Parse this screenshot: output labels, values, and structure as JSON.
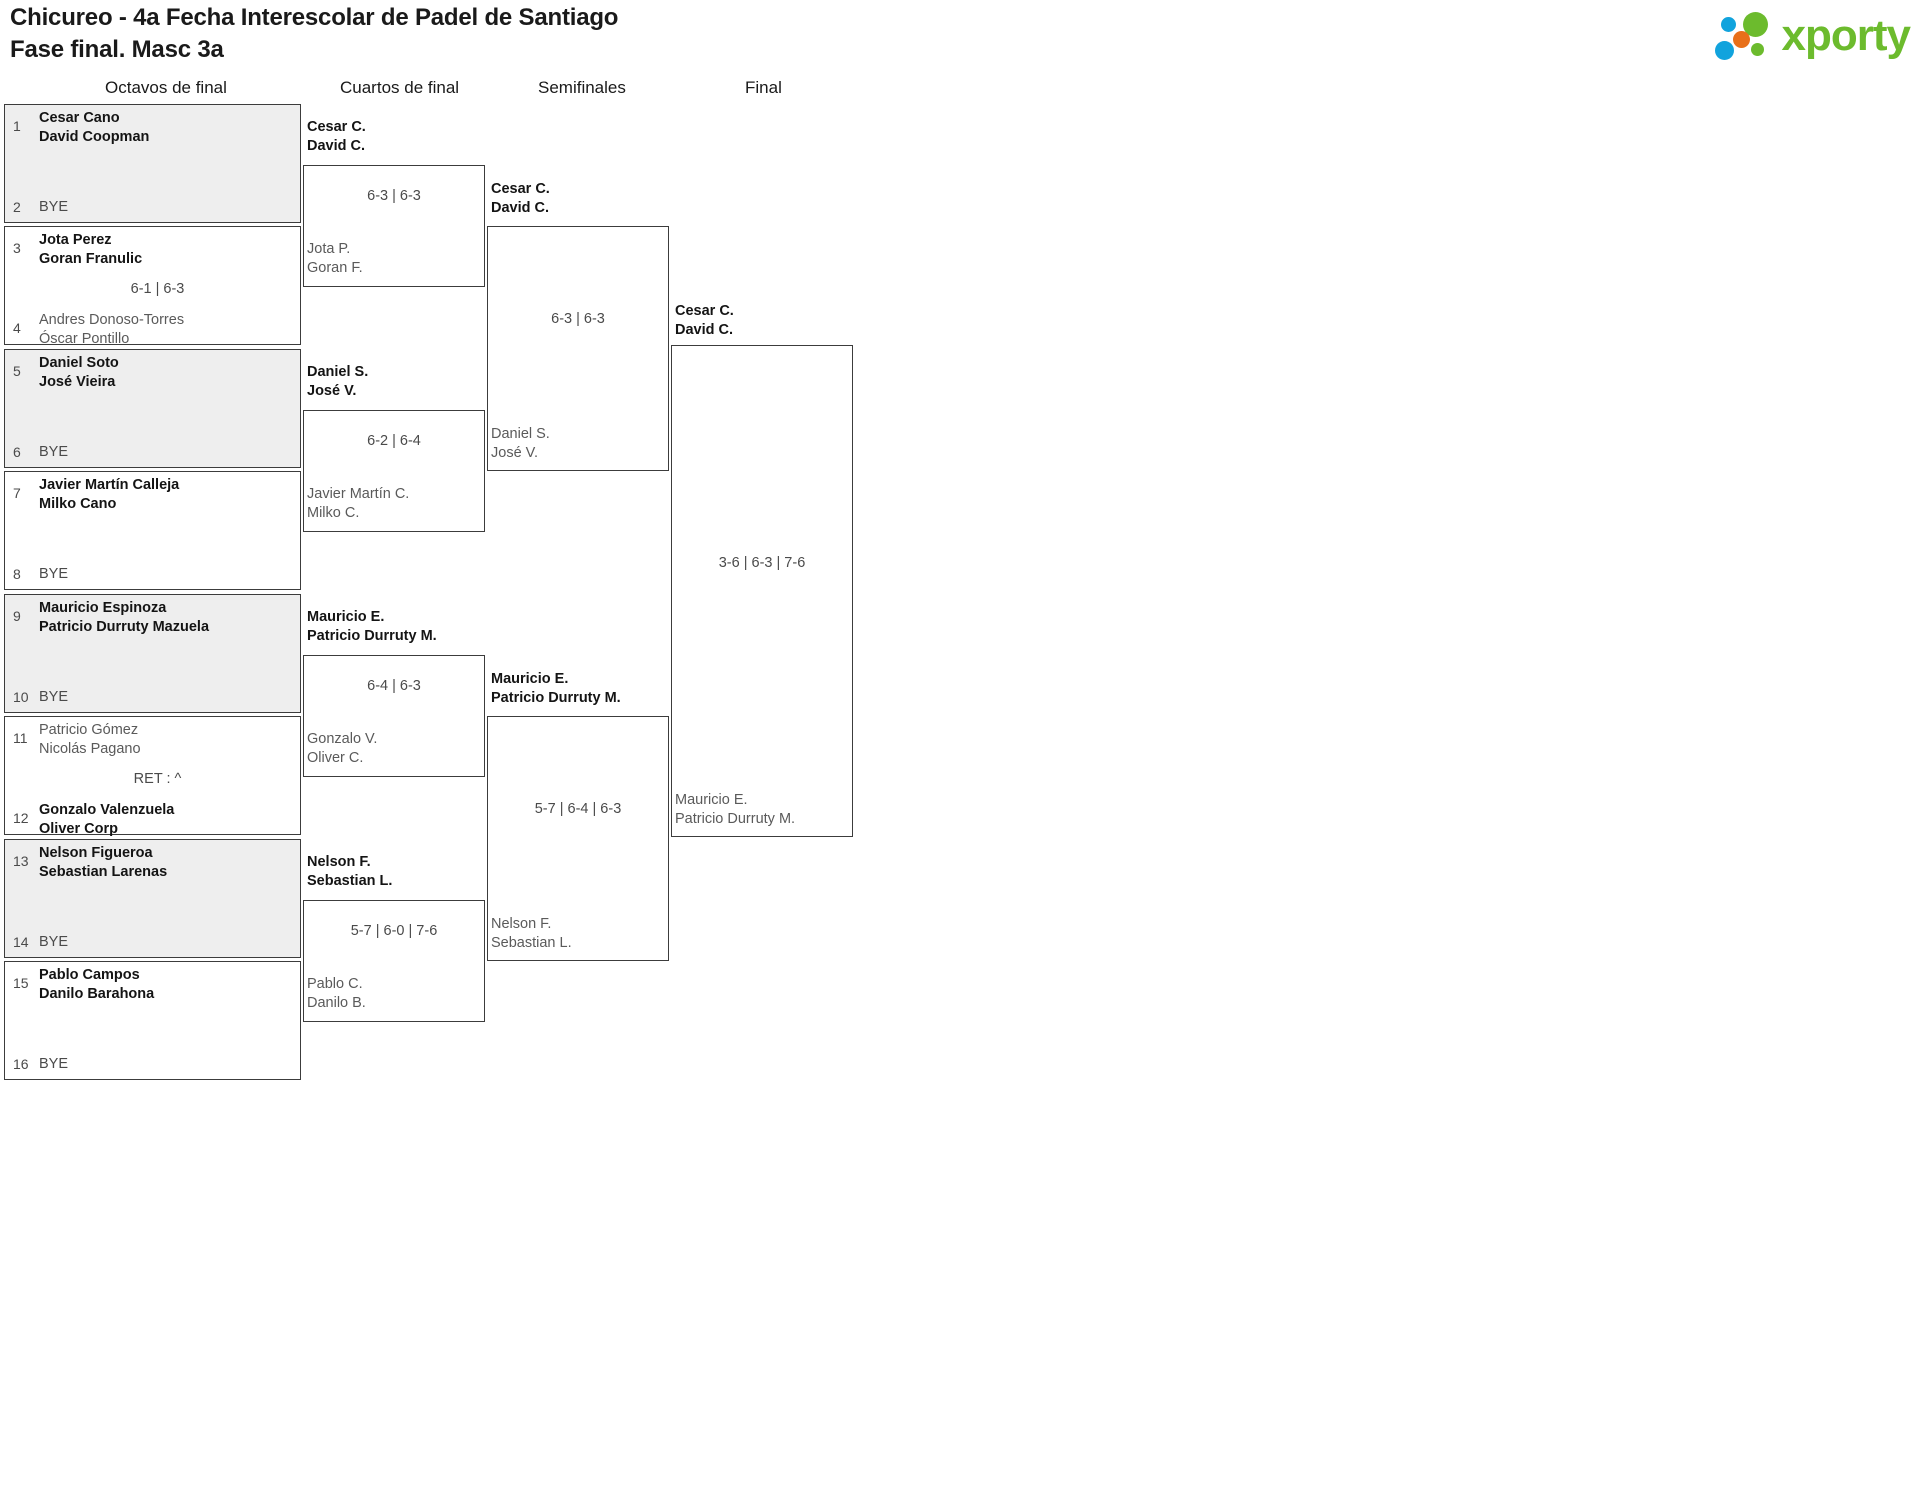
{
  "header": {
    "title_line1": "Chicureo - 4a Fecha Interescolar de Padel de Santiago",
    "title_line2": "Fase final. Masc 3a",
    "logo_text": "xporty",
    "logo_colors": {
      "green": "#6cbb2d",
      "blue": "#11a3dd",
      "orange": "#e8701a"
    }
  },
  "rounds": [
    {
      "label": "Octavos de final"
    },
    {
      "label": "Cuartos de final"
    },
    {
      "label": "Semifinales"
    },
    {
      "label": "Final"
    }
  ],
  "round1": [
    {
      "shaded": true,
      "top": {
        "seed": "1",
        "line1": "Cesar Cano",
        "line2": "David Coopman",
        "result": "win"
      },
      "bottom": {
        "seed": "2",
        "line1": "BYE",
        "line2": "",
        "result": "bye"
      },
      "score": ""
    },
    {
      "shaded": false,
      "top": {
        "seed": "3",
        "line1": "Jota Perez",
        "line2": "Goran Franulic",
        "result": "win"
      },
      "bottom": {
        "seed": "4",
        "line1": "Andres Donoso-Torres",
        "line2": "Óscar Pontillo",
        "result": "lose"
      },
      "score": "6-1 | 6-3"
    },
    {
      "shaded": true,
      "top": {
        "seed": "5",
        "line1": "Daniel Soto",
        "line2": "José Vieira",
        "result": "win"
      },
      "bottom": {
        "seed": "6",
        "line1": "BYE",
        "line2": "",
        "result": "bye"
      },
      "score": ""
    },
    {
      "shaded": false,
      "top": {
        "seed": "7",
        "line1": "Javier Martín Calleja",
        "line2": "Milko Cano",
        "result": "win"
      },
      "bottom": {
        "seed": "8",
        "line1": "BYE",
        "line2": "",
        "result": "bye"
      },
      "score": ""
    },
    {
      "shaded": true,
      "top": {
        "seed": "9",
        "line1": "Mauricio Espinoza",
        "line2": "Patricio Durruty Mazuela",
        "result": "win"
      },
      "bottom": {
        "seed": "10",
        "line1": "BYE",
        "line2": "",
        "result": "bye"
      },
      "score": ""
    },
    {
      "shaded": false,
      "top": {
        "seed": "11",
        "line1": "Patricio Gómez",
        "line2": "Nicolás Pagano",
        "result": "lose"
      },
      "bottom": {
        "seed": "12",
        "line1": "Gonzalo Valenzuela",
        "line2": "Oliver Corp",
        "result": "win"
      },
      "score": "RET : ^"
    },
    {
      "shaded": true,
      "top": {
        "seed": "13",
        "line1": "Nelson Figueroa",
        "line2": "Sebastian Larenas",
        "result": "win"
      },
      "bottom": {
        "seed": "14",
        "line1": "BYE",
        "line2": "",
        "result": "bye"
      },
      "score": ""
    },
    {
      "shaded": false,
      "top": {
        "seed": "15",
        "line1": "Pablo Campos",
        "line2": "Danilo Barahona",
        "result": "win"
      },
      "bottom": {
        "seed": "16",
        "line1": "BYE",
        "line2": "",
        "result": "bye"
      },
      "score": ""
    }
  ],
  "round2": [
    {
      "top": {
        "line1": "Cesar C.",
        "line2": "David C.",
        "result": "win"
      },
      "bottom": {
        "line1": "Jota P.",
        "line2": "Goran F.",
        "result": "lose"
      },
      "score": "6-3 | 6-3"
    },
    {
      "top": {
        "line1": "Daniel S.",
        "line2": "José V.",
        "result": "win"
      },
      "bottom": {
        "line1": "Javier Martín C.",
        "line2": "Milko C.",
        "result": "lose"
      },
      "score": "6-2 | 6-4"
    },
    {
      "top": {
        "line1": "Mauricio E.",
        "line2": "Patricio Durruty M.",
        "result": "win"
      },
      "bottom": {
        "line1": "Gonzalo V.",
        "line2": "Oliver C.",
        "result": "lose"
      },
      "score": "6-4 | 6-3"
    },
    {
      "top": {
        "line1": "Nelson F.",
        "line2": "Sebastian L.",
        "result": "win"
      },
      "bottom": {
        "line1": "Pablo C.",
        "line2": "Danilo B.",
        "result": "lose"
      },
      "score": "5-7 | 6-0 | 7-6"
    }
  ],
  "round3": [
    {
      "top": {
        "line1": "Cesar C.",
        "line2": "David C.",
        "result": "win"
      },
      "bottom": {
        "line1": "Daniel S.",
        "line2": "José V.",
        "result": "lose"
      },
      "score": "6-3 | 6-3"
    },
    {
      "top": {
        "line1": "Mauricio E.",
        "line2": "Patricio Durruty M.",
        "result": "win"
      },
      "bottom": {
        "line1": "Nelson F.",
        "line2": "Sebastian L.",
        "result": "lose"
      },
      "score": "5-7 | 6-4 | 6-3"
    }
  ],
  "round4": [
    {
      "top": {
        "line1": "Cesar C.",
        "line2": "David C.",
        "result": "win"
      },
      "bottom": {
        "line1": "Mauricio E.",
        "line2": "Patricio Durruty M.",
        "result": "lose"
      },
      "score": "3-6 | 6-3 | 7-6"
    }
  ]
}
